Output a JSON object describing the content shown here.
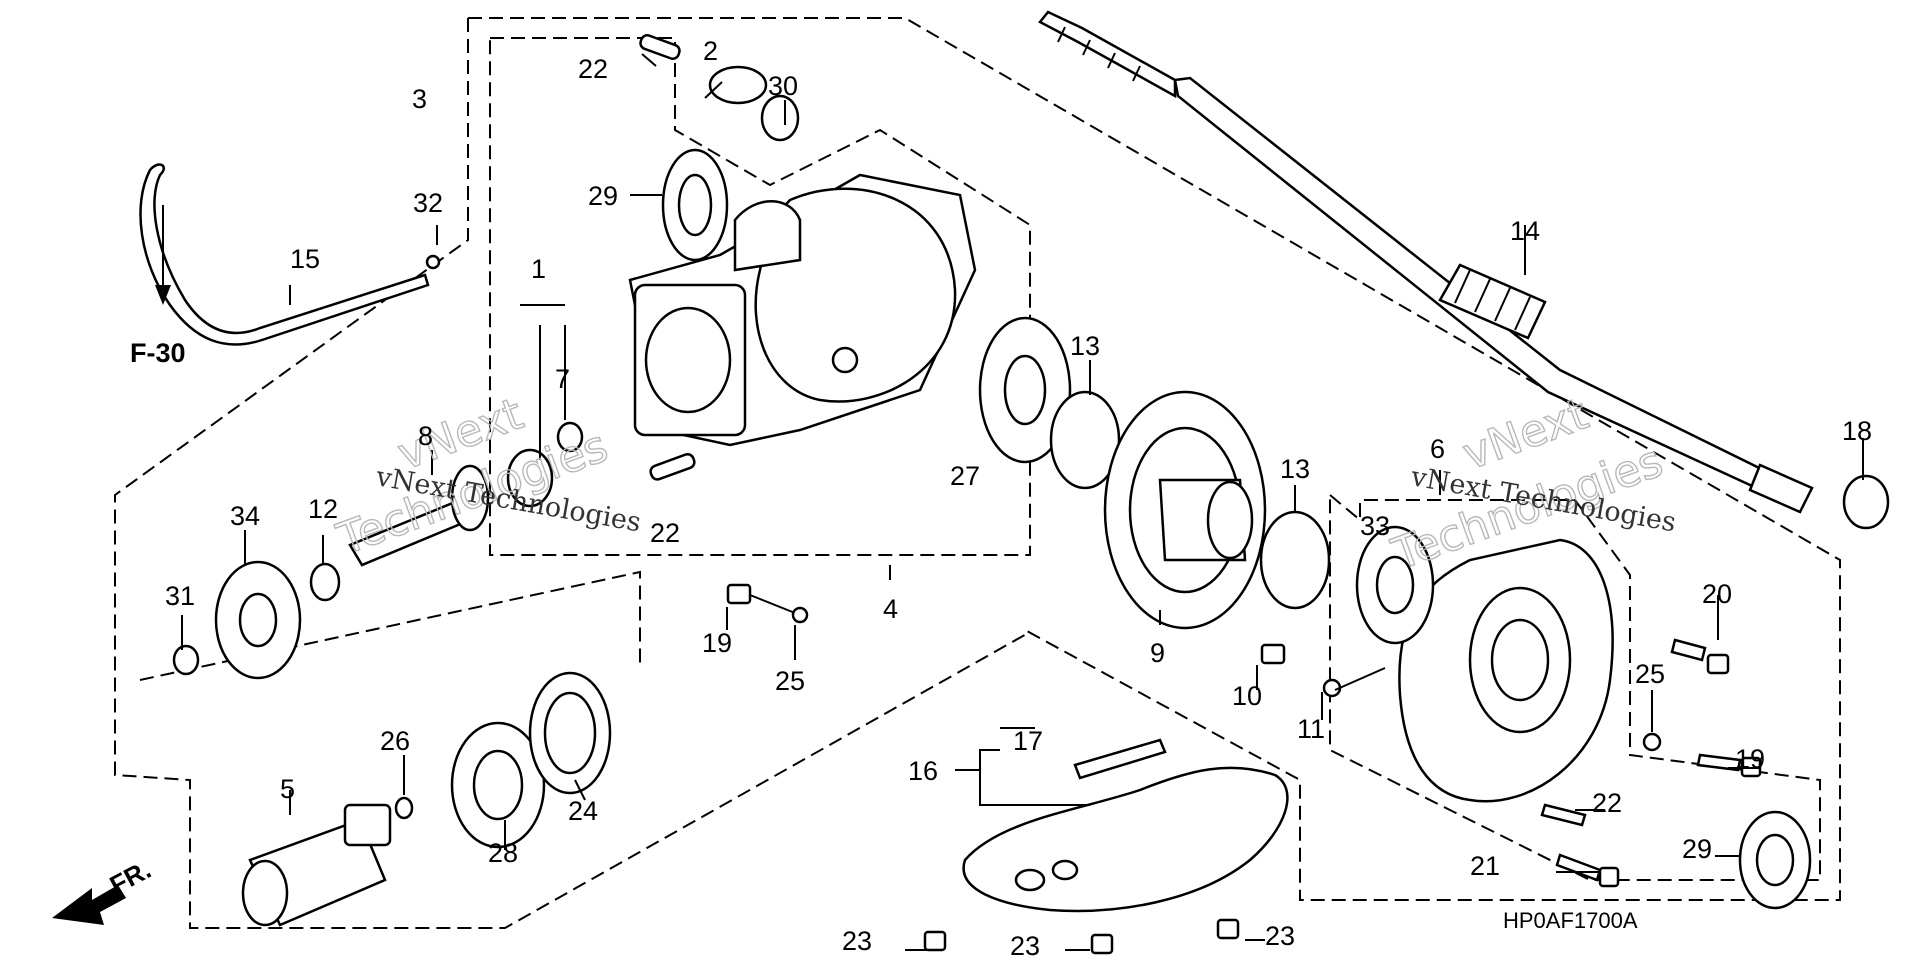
{
  "diagram": {
    "drawing_code": "HP0AF1700A",
    "front_marker": "FR.",
    "reference_marker": "F-30",
    "watermarks": [
      "vNext",
      "Technologies",
      "vNext Technologies"
    ],
    "callouts": [
      "1",
      "2",
      "3",
      "4",
      "5",
      "6",
      "7",
      "8",
      "9",
      "10",
      "11",
      "12",
      "13",
      "13",
      "14",
      "15",
      "16",
      "17",
      "18",
      "19",
      "19",
      "20",
      "21",
      "22",
      "22",
      "22",
      "23",
      "23",
      "23",
      "24",
      "25",
      "25",
      "26",
      "27",
      "28",
      "29",
      "29",
      "30",
      "31",
      "32",
      "33",
      "34"
    ]
  }
}
